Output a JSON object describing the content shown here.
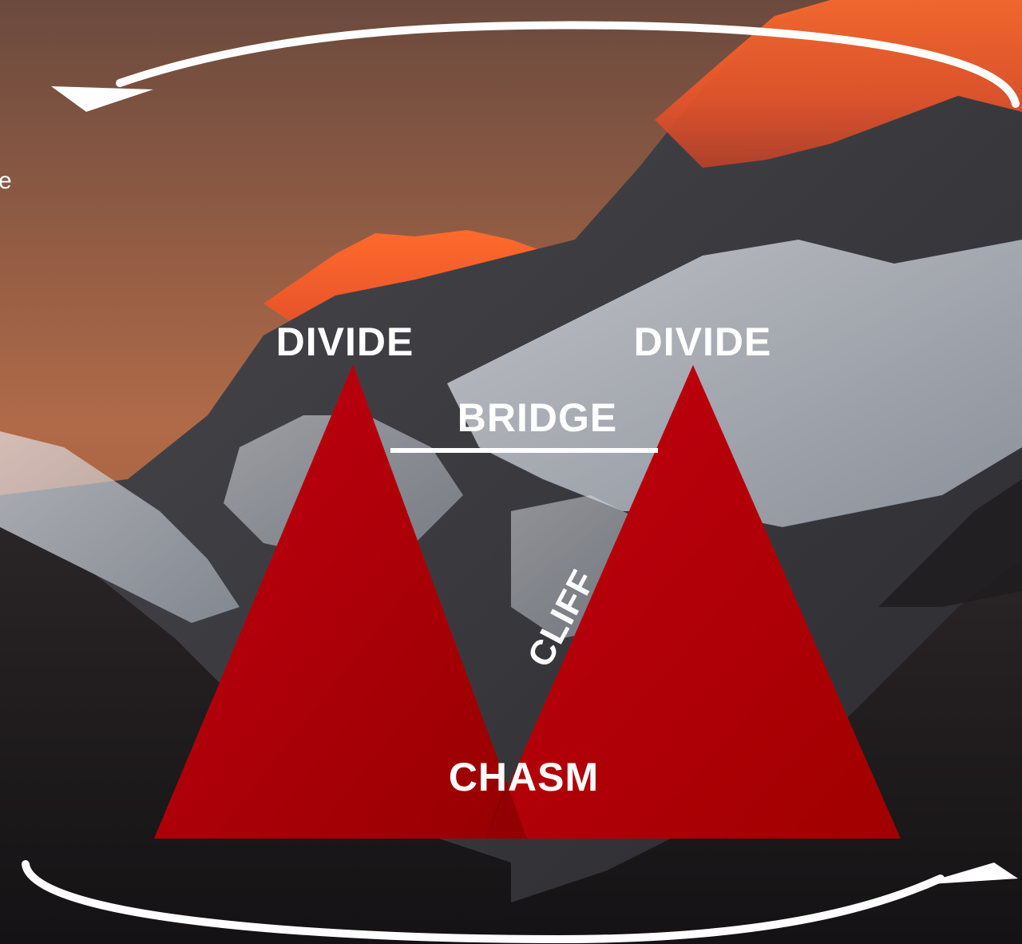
{
  "labels": {
    "left_peak": "DIVIDE",
    "right_peak": "DIVIDE",
    "bridge": "BRIDGE",
    "cliff": "CLIFF",
    "chasm": "CHASM",
    "left_edge_fragment": "e"
  },
  "colors": {
    "triangle_fill": "#b30000",
    "triangle_dark": "#8e0000",
    "label_text": "#ffffff",
    "arrow": "#ffffff",
    "sky_top": "#6e4a3c",
    "sky_bottom": "#b86a45",
    "peak_glow": "#ff5a2a"
  },
  "icons": {
    "top_arrow": "curved-arrow-left-icon",
    "bottom_arrow": "curved-arrow-right-icon"
  }
}
